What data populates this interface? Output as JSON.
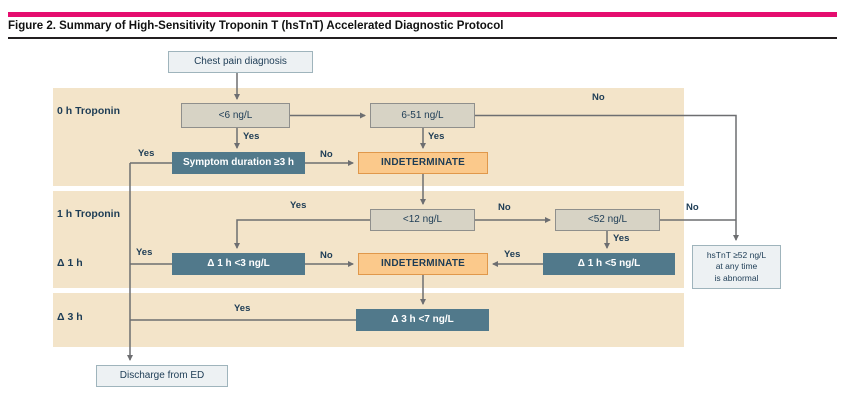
{
  "figure": {
    "title": "Figure 2. Summary of High-Sensitivity Troponin T (hsTnT) Accelerated Diagnostic Protocol"
  },
  "rows": {
    "troponin0": "0 h Troponin",
    "troponin1": "1 h Troponin",
    "delta1": "Δ 1 h",
    "delta3": "Δ 3 h"
  },
  "nodes": {
    "chest_pain": "Chest pain diagnosis",
    "lt6": "<6 ng/L",
    "b651": "6-51 ng/L",
    "symptom": "Symptom duration ≥3 h",
    "indeterminate1": "INDETERMINATE",
    "lt12": "<12 ng/L",
    "lt52": "<52 ng/L",
    "d1lt3": "Δ 1 h <3 ng/L",
    "indeterminate2": "INDETERMINATE",
    "d1lt5": "Δ 1 h <5 ng/L",
    "abnormal_l1": "hsTnT ≥52 ng/L",
    "abnormal_l2": "at any time",
    "abnormal_l3": "is abnormal",
    "d3lt7": "Δ 3 h <7 ng/L",
    "discharge": "Discharge from ED"
  },
  "edge_labels": {
    "lt6_yes": "Yes",
    "b651_yes": "Yes",
    "b651_no": "No",
    "symptom_yes": "Yes",
    "symptom_no": "No",
    "lt12_yes": "Yes",
    "lt12_no": "No",
    "lt52_yes": "Yes",
    "lt52_no": "No",
    "d1lt3_yes": "Yes",
    "d1lt3_no": "No",
    "d1lt5_yes": "Yes",
    "d3_yes": "Yes"
  },
  "colors": {
    "accent_bar": "#e50d6f",
    "panel_beige": "#f3e4c9",
    "node_dark": "#51798b",
    "node_orange": "#fbc98b",
    "node_gray": "#d7d3c5",
    "node_light": "#edf1f3",
    "line_gray": "#6d6e71",
    "text_navy": "#1d3c55"
  }
}
